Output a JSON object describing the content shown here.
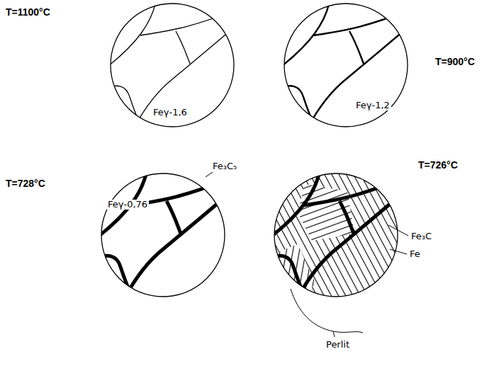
{
  "diagram": {
    "labels": [
      "T=1100°C",
      "Feγ-1,6",
      "T=900°C",
      "Feγ-1,2",
      "T=728°C",
      "Fe₃C₅",
      "Feγ-0,76",
      "T=726°C",
      "Fe₃C",
      "Fe",
      "Perlit"
    ]
  }
}
